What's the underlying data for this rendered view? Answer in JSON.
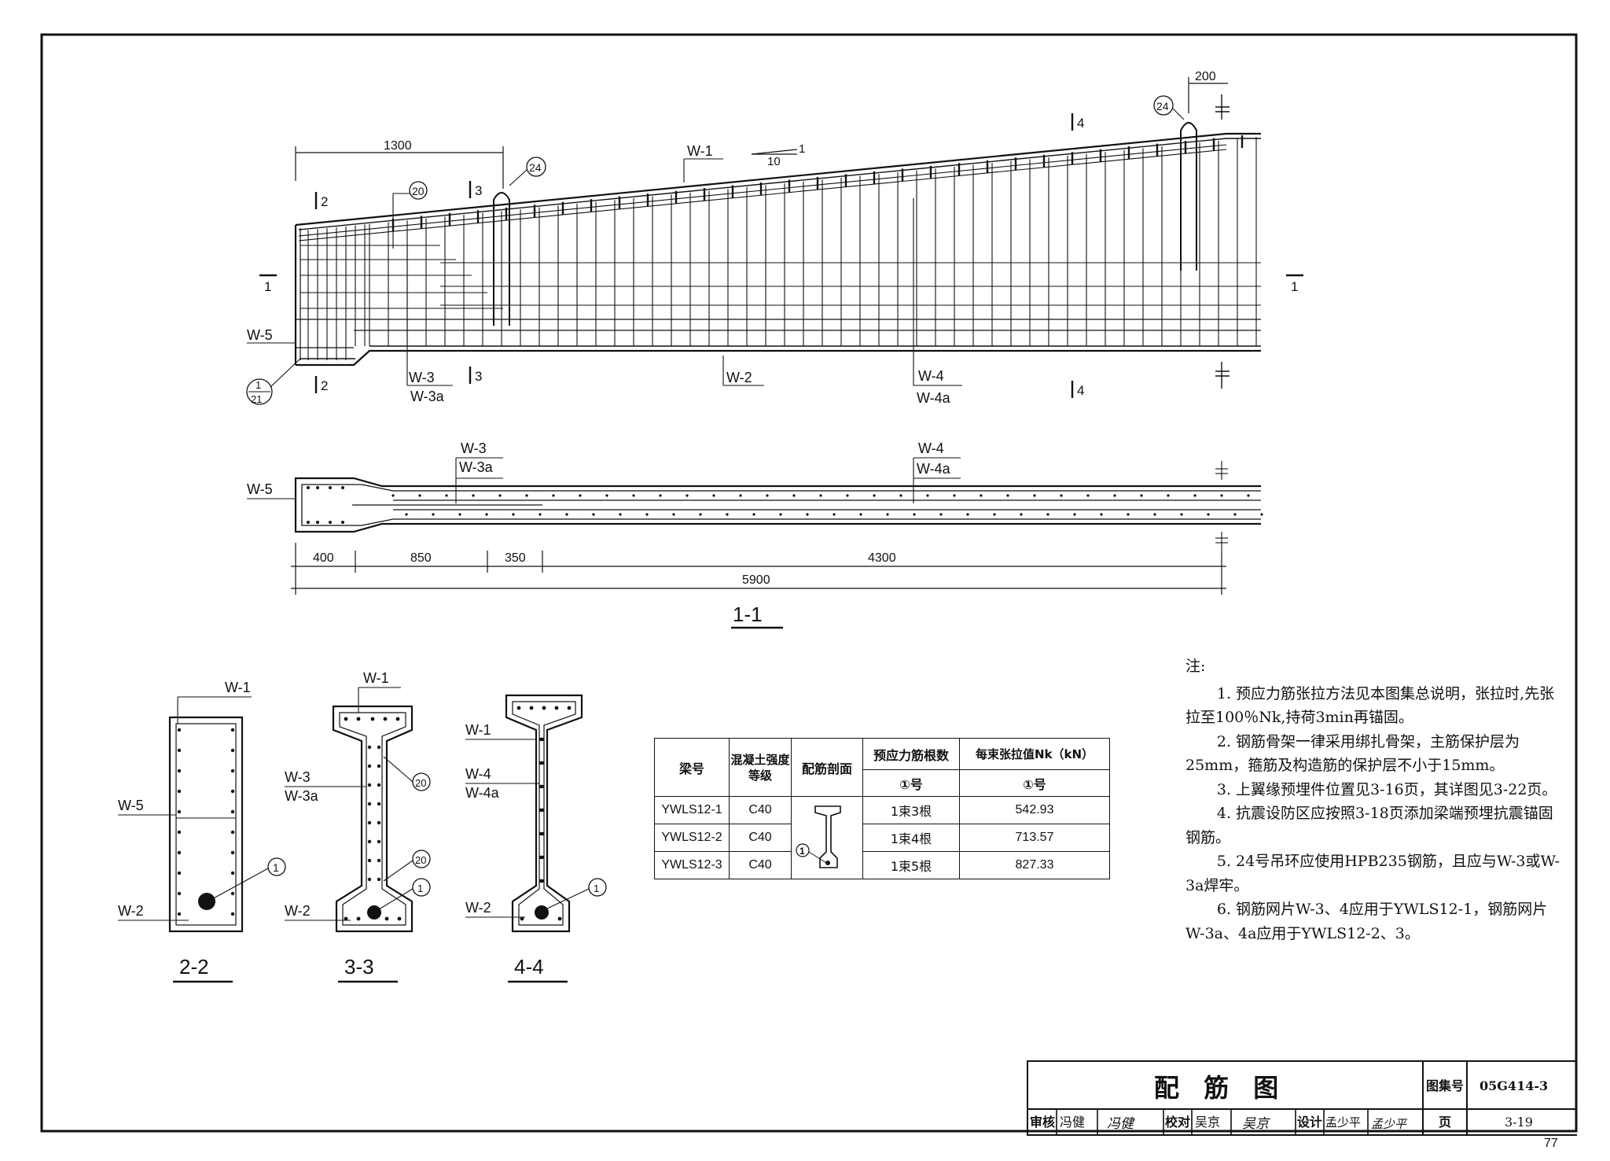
{
  "elevation": {
    "dims": {
      "top_1300": "1300",
      "top_200": "200",
      "slope_1": "1",
      "slope_10": "10"
    },
    "labels": {
      "w1": "W-1",
      "w2": "W-2",
      "w3": "W-3",
      "w3a": "W-3a",
      "w4": "W-4",
      "w4a": "W-4a",
      "w5": "W-5"
    },
    "bar_marks": {
      "m20": "20",
      "m24": "24",
      "m1": "1",
      "m21": "21"
    },
    "section_marks": {
      "s1": "1",
      "s2": "2",
      "s3": "3",
      "s4": "4"
    }
  },
  "plan": {
    "labels": {
      "w3": "W-3",
      "w3a": "W-3a",
      "w4": "W-4",
      "w4a": "W-4a",
      "w5": "W-5"
    },
    "dims": [
      "400",
      "850",
      "350",
      "4300"
    ],
    "total": "5900",
    "title": "1-1"
  },
  "sections": {
    "s22": {
      "title": "2-2",
      "w1": "W-1",
      "w5": "W-5",
      "w2": "W-2",
      "mark": "1"
    },
    "s33": {
      "title": "3-3",
      "w1": "W-1",
      "w3": "W-3",
      "w3a": "W-3a",
      "w2": "W-2",
      "mark20a": "20",
      "mark20b": "20",
      "mark1": "1"
    },
    "s44": {
      "title": "4-4",
      "w1": "W-1",
      "w4": "W-4",
      "w4a": "W-4a",
      "w2": "W-2",
      "mark1": "1"
    }
  },
  "table": {
    "headers": {
      "beam": "梁号",
      "concrete": "混凝土强度等级",
      "section": "配筋剖面",
      "count": "预应力筋根数",
      "force": "每束张拉值Nk（kN）",
      "sub_count": "①号",
      "sub_force": "①号"
    },
    "rows": [
      {
        "beam": "YWLS12-1",
        "concrete": "C40",
        "count": "1束3根",
        "force": "542.93"
      },
      {
        "beam": "YWLS12-2",
        "concrete": "C40",
        "count": "1束4根",
        "force": "713.57"
      },
      {
        "beam": "YWLS12-3",
        "concrete": "C40",
        "count": "1束5根",
        "force": "827.33"
      }
    ],
    "section_mark": "1"
  },
  "notes": {
    "head": "注:",
    "items": [
      "1. 预应力筋张拉方法见本图集总说明，张拉时,先张拉至100％Nk,持荷3min再锚固。",
      "2. 钢筋骨架一律采用绑扎骨架，主筋保护层为25mm，箍筋及构造筋的保护层不小于15mm。",
      "3. 上翼缘预埋件位置见3-16页，其详图见3-22页。",
      "4. 抗震设防区应按照3-18页添加梁端预埋抗震锚固钢筋。",
      "5. 24号吊环应使用HPB235钢筋，且应与W-3或W-3a焊牢。",
      "6. 钢筋网片W-3、4应用于YWLS12-1，钢筋网片W-3a、4a应用于YWLS12-2、3。"
    ]
  },
  "title_block": {
    "title": "配 筋 图",
    "atlas_label": "图集号",
    "atlas_no": "05G414-3",
    "review_label": "审核",
    "review_name": "冯健",
    "review_sign": "冯健",
    "check_label": "校对",
    "check_name": "吴京",
    "check_sign": "吴京",
    "design_label": "设计",
    "design_name": "孟少平",
    "design_sign": "孟少平",
    "page_label": "页",
    "page_no": "3-19"
  },
  "page_number": "77"
}
